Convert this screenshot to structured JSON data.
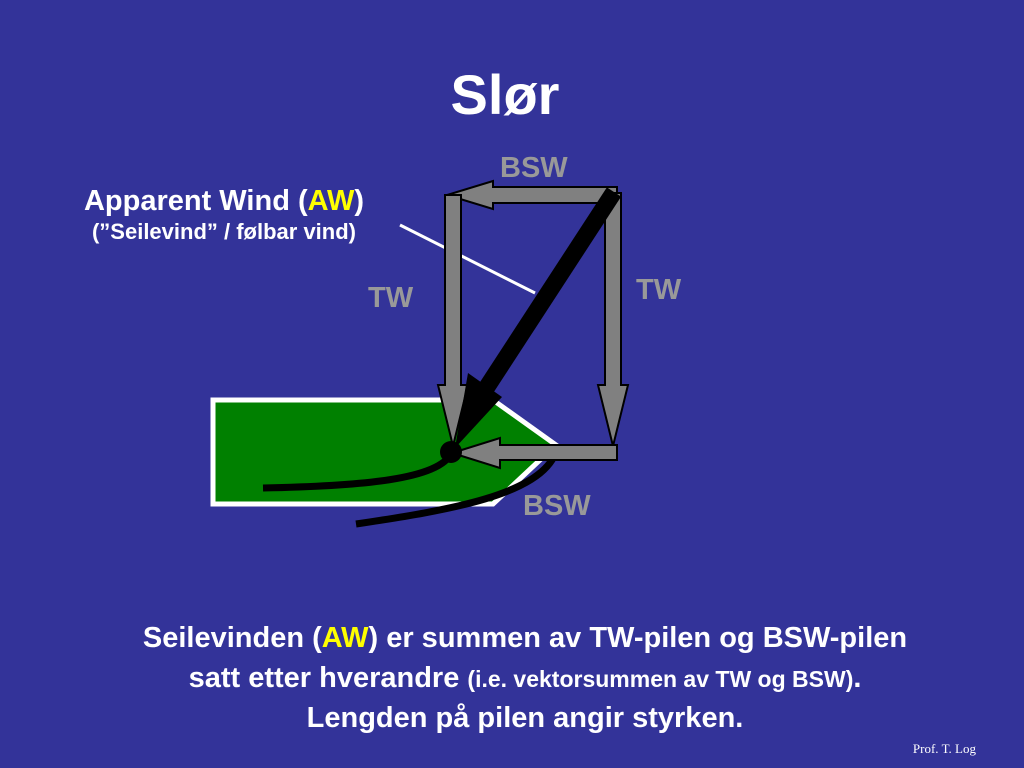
{
  "title": "Slør",
  "apparent_wind_label": {
    "prefix": "Apparent Wind (",
    "abbr": "AW",
    "suffix": ")",
    "line2": "(”Seilevind” / følbar vind)"
  },
  "vector_labels": {
    "bsw_top": "BSW",
    "bsw_bottom": "BSW",
    "tw_left": "TW",
    "tw_right": "TW"
  },
  "caption": {
    "part1": "Seilevinden (",
    "abbr": "AW",
    "part2": ") er summen av TW-pilen og BSW-pilen",
    "part3": "satt etter hverandre ",
    "small": "(i.e. vektorsummen av TW og BSW)",
    "part4": ".",
    "line3": "Lengden på pilen angir styrken."
  },
  "credit": "Prof. T. Log",
  "colors": {
    "background": "#333399",
    "boat": "#008000",
    "vector_arrow": "#808080",
    "highlight": "#ffff00"
  }
}
